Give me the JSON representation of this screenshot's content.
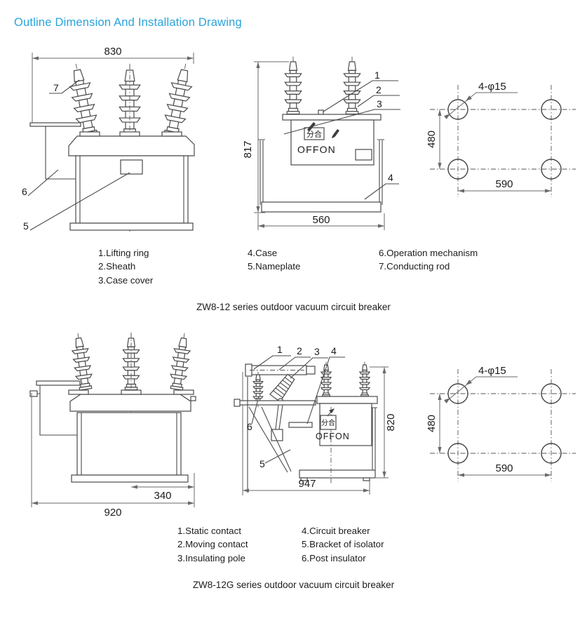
{
  "title": "Outline Dimension And Installation Drawing",
  "zw8_12": {
    "front": {
      "dim_width": "830",
      "label_5": "5",
      "label_6": "6",
      "label_7": "7"
    },
    "side": {
      "dim_height": "817",
      "dim_depth": "560",
      "label_1": "1",
      "label_2": "2",
      "label_3": "3",
      "label_4": "4",
      "panel_switch": "分合",
      "panel_caption": "OFFON"
    },
    "mount": {
      "holes": "4-φ15",
      "dim_vertical": "480",
      "dim_horizontal": "590"
    },
    "legend": {
      "col1": [
        "1.Lifting ring",
        "2.Sheath",
        "3.Case cover"
      ],
      "col2": [
        "4.Case",
        "5.Nameplate"
      ],
      "col3": [
        "6.Operation mechanism",
        "7.Conducting rod"
      ]
    },
    "caption": "ZW8-12 series outdoor vacuum circuit breaker"
  },
  "zw8_12g": {
    "front": {
      "dim_offset": "340",
      "dim_width": "920"
    },
    "side": {
      "dim_height": "820",
      "dim_width": "947",
      "label_1": "1",
      "label_2": "2",
      "label_3": "3",
      "label_4": "4",
      "label_5": "5",
      "label_6": "6",
      "panel_switch": "分合",
      "panel_caption": "OFFON"
    },
    "mount": {
      "holes": "4-φ15",
      "dim_vertical": "480",
      "dim_horizontal": "590"
    },
    "legend": {
      "col1": [
        "1.Static contact",
        "2.Moving contact",
        "3.Insulating pole"
      ],
      "col2": [
        "4.Circuit breaker",
        "5.Bracket of isolator",
        "6.Post insulator"
      ]
    },
    "caption": "ZW8-12G series outdoor vacuum circuit breaker"
  }
}
